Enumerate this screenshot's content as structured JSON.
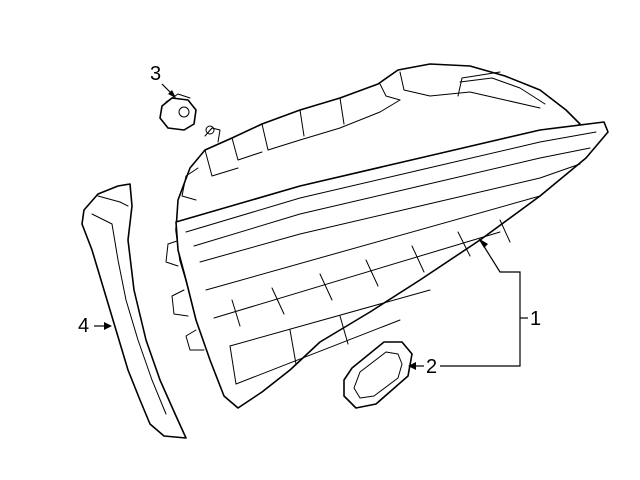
{
  "callouts": [
    {
      "id": "1",
      "label": "1",
      "part": "tail-lamp-assembly"
    },
    {
      "id": "2",
      "label": "2",
      "part": "gasket"
    },
    {
      "id": "3",
      "label": "3",
      "part": "nut"
    },
    {
      "id": "4",
      "label": "4",
      "part": "trim-cover"
    }
  ],
  "colors": {
    "line": "#000000",
    "background": "#ffffff"
  }
}
